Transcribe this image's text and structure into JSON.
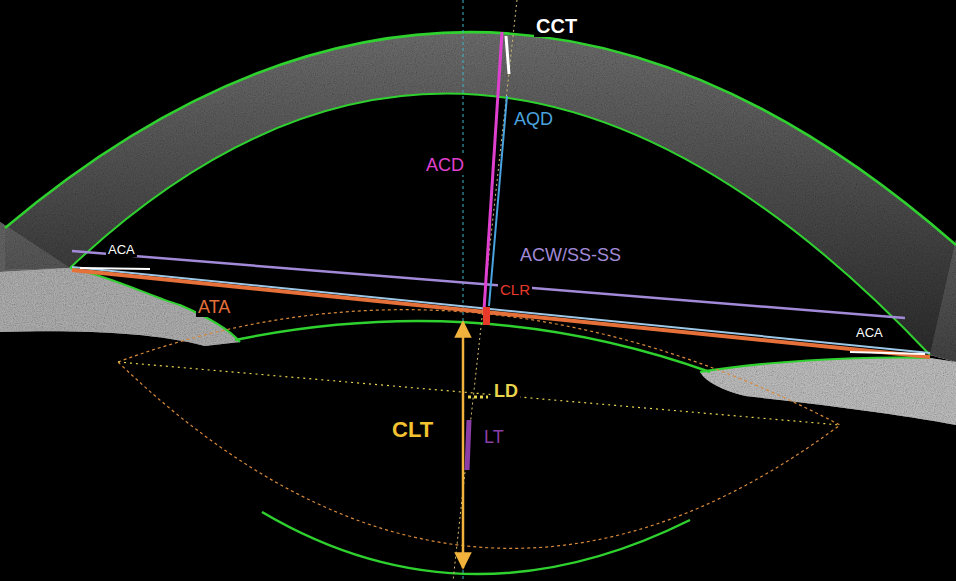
{
  "diagram": {
    "labels": [
      "CCT",
      "AQD",
      "ACD",
      "ACA",
      "ACW/SS-SS",
      "CLR",
      "ATA",
      "ACA",
      "LD",
      "CLT",
      "LT"
    ]
  }
}
